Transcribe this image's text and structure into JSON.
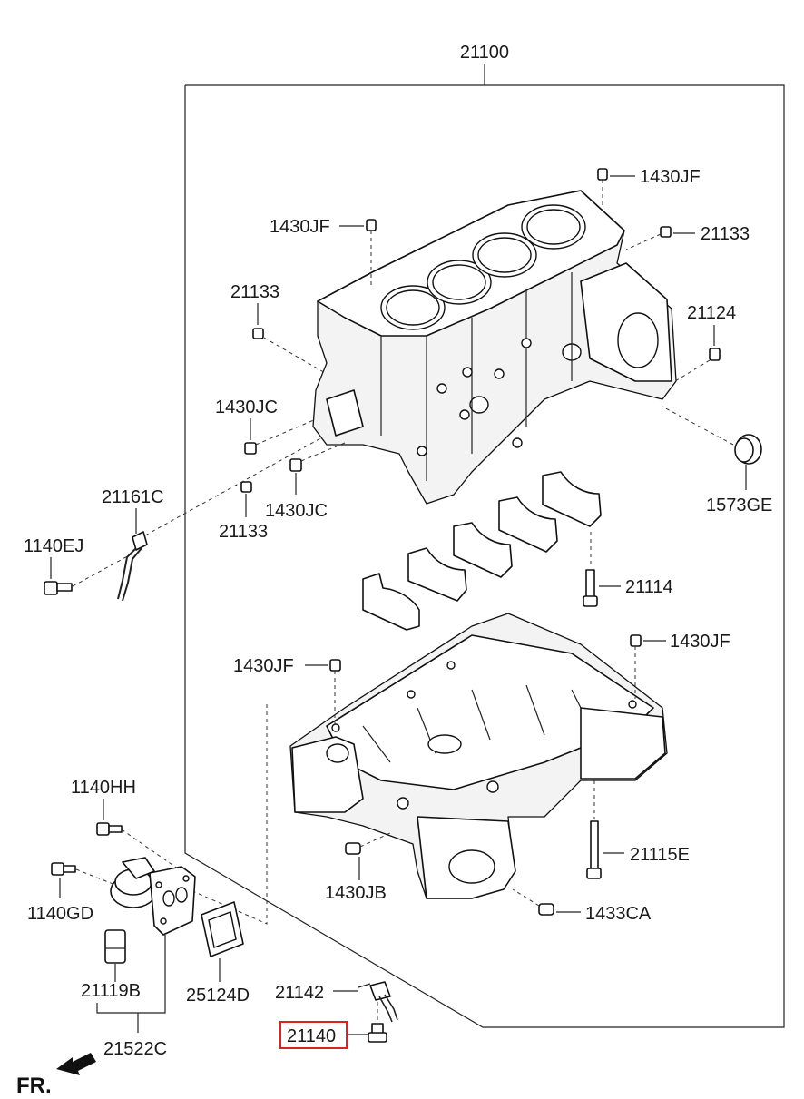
{
  "diagram": {
    "assembly_label": "21100",
    "orientation_label": "FR.",
    "highlight_color": "#e02020",
    "labels": {
      "l1430jf_top": "1430JF",
      "l1430jf_left": "1430JF",
      "l21133_right": "21133",
      "l21133_left": "21133",
      "l21124": "21124",
      "l1430jc_a": "1430JC",
      "l1430jc_b": "1430JC",
      "l21133_bottom": "21133",
      "l1573ge": "1573GE",
      "l21161c": "21161C",
      "l1140ej": "1140EJ",
      "l21114": "21114",
      "l1430jf_mid_right": "1430JF",
      "l1430jf_mid_left": "1430JF",
      "l1140hh": "1140HH",
      "l21115e": "21115E",
      "l1140gd": "1140GD",
      "l1430jb": "1430JB",
      "l1433ca": "1433CA",
      "l21119b": "21119B",
      "l25124d": "25124D",
      "l21142": "21142",
      "l21140": "21140",
      "l21522c": "21522C"
    }
  }
}
